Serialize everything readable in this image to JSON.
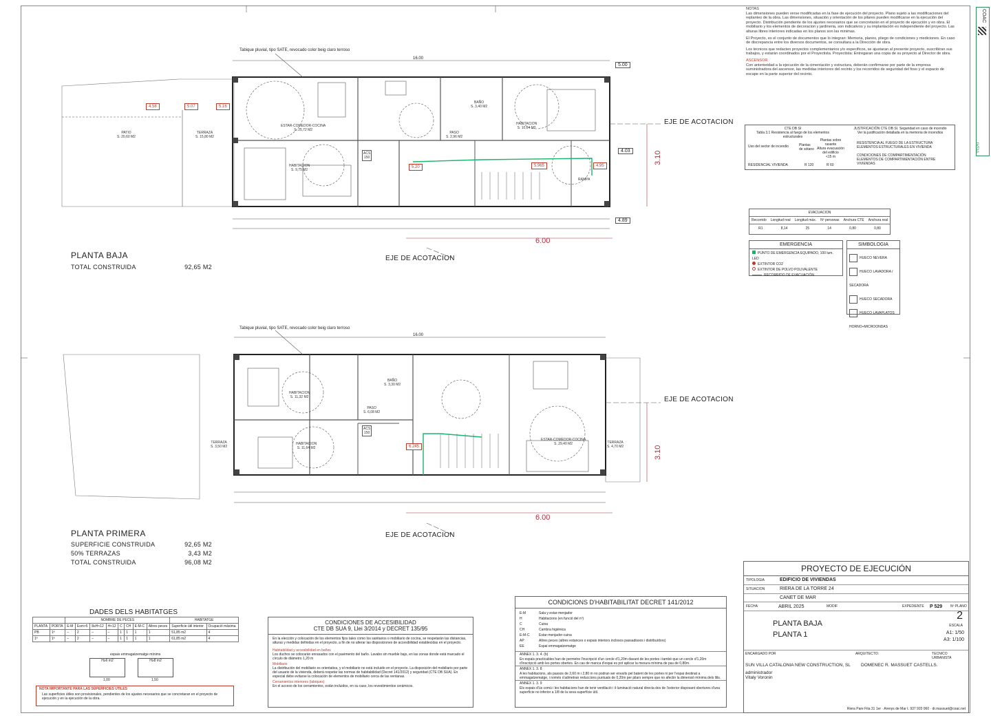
{
  "axis_label": "EJE DE ACOTACION",
  "dims": {
    "d600": "6.00",
    "d310": "3.10",
    "d1600": "16.00",
    "d500": "5.00",
    "d489": "4.89",
    "d403": "4.03"
  },
  "plan_baja": {
    "facade_note": "Tabique pluvial, tipo SATE, revocado color beig claro terroso",
    "title": "PLANTA BAJA",
    "rows": [
      {
        "label": "TOTAL CONSTRUIDA",
        "value": "92,65 M2"
      }
    ],
    "rooms": [
      {
        "name": "ESTAR-COMEDOR-COCINA",
        "area": "S. 25,72 M2"
      },
      {
        "name": "HABITACION",
        "area": "S. 9,75 M2"
      },
      {
        "name": "HABITACION",
        "area": "S. 10,64 M2"
      },
      {
        "name": "BAÑO",
        "area": "S. 3,40 M2"
      },
      {
        "name": "PASO",
        "area": "S. 2,96 M2"
      },
      {
        "name": "PATIO",
        "area": "S. 20,60 M2"
      },
      {
        "name": "TERRAZA",
        "area": "S. 15,80 M2"
      },
      {
        "name": "RAMPA",
        "area": ""
      },
      {
        "name": "ACS",
        "area": "150"
      }
    ],
    "red_tags": [
      "4.58",
      "5.07",
      "5.16",
      "5.20",
      "5.965",
      "4.95"
    ]
  },
  "plan_primera": {
    "facade_note": "Tabique pluvial, tipo SATE, revocado color beig claro terroso",
    "title": "PLANTA PRIMERA",
    "rows": [
      {
        "label": "SUPERFICIE CONSTRUIDA",
        "value": "92,65 M2"
      },
      {
        "label": "50% TERRAZAS",
        "value": "3,43 M2"
      },
      {
        "label": "TOTAL CONSTRUIDA",
        "value": "96,08 M2"
      }
    ],
    "rooms": [
      {
        "name": "HABITACION",
        "area": "S. 11,32 M2"
      },
      {
        "name": "HABITACION",
        "area": "S. 11,64 M2"
      },
      {
        "name": "BAÑO",
        "area": "S. 3,30 M2"
      },
      {
        "name": "PASO",
        "area": "S. 6,08 M2"
      },
      {
        "name": "ESTAR-COMEDOR-COCINA",
        "area": "S. 29,40 M2"
      },
      {
        "name": "TERRAZA",
        "area": "S. 3,50 M2"
      },
      {
        "name": "TERRAZA",
        "area": "S. 4,70 M2"
      },
      {
        "name": "ACS",
        "area": "150"
      }
    ],
    "red_tags": [
      "6.245"
    ]
  },
  "notes": {
    "heading": "NOTAS",
    "p1": "Las dimensiones pueden verse modificadas en la fase de ejecución del proyecto. Plano sujeto a las modificaciones del replanteo de la obra. Las dimensiones, situación y orientación de los pilares pueden modificarse en la ejecución del proyecto. Distribución pendiente de los ajustes necesarios que se concretarán en el proyecto de ejecución y en obra. El mobiliario y los elementos de decoracion y jardineria, son indicativos y su implantación es independiente del proyecto. Las alturas libres interiores indicadas en los planos son las minimas.",
    "p2": "El Proyecto, es el conjunto de documentos que lo integran: Memoria, planos, pliego de condiciones y mediciones. En caso de discrepancia entre los diversos documentos, se consultara a la Dirección de obra.",
    "p3": "Los tecnicos que redacten proyectos complementarios y/o especificos, se ajustaran al presente proyecto, suscribiran sus trabajos, y estarán coordinados por el Proyectista. Proyectista: Entregaran una copia de su proyecto al Director de obra.",
    "asc_heading": "ASCENSOR",
    "p4": "Con anterioridad a la ejecución de la cimentación y estructura, deberán confirmarse por parte de la empresa suministradora del ascensor, las medidas interiores del recinto y los recorridos de seguridad del foso y el espacio de escape en la parte superior del recinto."
  },
  "cte": {
    "title": "CTE DB SI",
    "subtitle": "Tabla 3.1 Resistencia al fuego de los elementos estructurales",
    "justif": "JUSTIFICACIÓN CTE DB SI. Seguridad en caso de incendio",
    "justif2": "Ver la justificación detallada en la memoria de incendios",
    "col1": "Uso del sector de incendio",
    "col2": "Plantas de sótano",
    "col3": "Plantas sobre rasante",
    "col3b": "Altura evacuación del edificio",
    "col3c": "<15 m",
    "row_use": "RESIDENCIAL VIVIENDA",
    "row_v1": "R 120",
    "row_v2": "R 60",
    "legend": [
      "RESISTENCIA AL FUEGO DE LA ESTRUCTURA",
      "ELEMENTOS ESTRUCTURALES EN VIVIENDA",
      "CONDICIONES DE COMPARTIMENTACIÓN",
      "ELEMENTOS DE COMPARTIMENTACIÓN ENTRE VIVIENDAS"
    ]
  },
  "evac": {
    "title": "EVACUACION",
    "headers": [
      "Recorrido",
      "Longitud real",
      "Longitud máx.",
      "Nº personas",
      "Anchura CTE",
      "Anchura real"
    ],
    "row": [
      "R1",
      "8,14",
      "25",
      "14",
      "0,80",
      "0,80"
    ]
  },
  "emergencia": {
    "title": "EMERGENCIA",
    "items": [
      "PUNTO DE EMERGENCIA EQUIPADO, 100 lum. LED",
      "EXTINTOR CO2",
      "EXTINTOR DE POLVO POLIVALENTE",
      "RECORRIDO DE EVACUACIÓN"
    ]
  },
  "simbologia": {
    "title": "SIMBOLOGIA",
    "items": [
      "HUECO NEVERA",
      "HUECO LAVADORA / SECADORA",
      "HUECO SECADORA",
      "HUECO LAVAPLATOS",
      "HORNO+MICROONDAS"
    ]
  },
  "proyecto": {
    "title": "PROYECTO DE EJECUCIÓN",
    "tipologia_label": "TIPOLOGIA",
    "tipologia": "EDIFICIO DE VIVIENDAS",
    "situacion_label": "SITUACION",
    "situacion": "RIERA DE LA TORRE 24",
    "municipio": "CANET DE MAR",
    "fecha_label": "FECHA",
    "fecha": "ABRIL 2025",
    "modif_label": "MODIF",
    "expediente_label": "EXPEDIENTE",
    "expediente": "P 529",
    "nplano_label": "Nº PLANO",
    "nplano": "2",
    "escala_label": "ESCALA",
    "escala1": "A1: 1/50",
    "escala2": "A3: 1/100",
    "plano1": "PLANTA BAJA",
    "plano2": "PLANTA 1",
    "encargado_label": "ENCARGADO POR",
    "arquitecto_label": "ARQUITECTO:",
    "tecnico_label": "TECNICO URBANISTA",
    "encargado": "SUN VILLA CATALONIA NEW CONSTRUCTION, SL",
    "admin": "administrador",
    "admin_name": "Vitaly Voronin",
    "arquitecto": "DOMENEC R. MASSUET CASTELLS.",
    "footer": "Riera Pare Fita 31 1er · Arenys de Mar t. 937 920 060 · dr.massuet@coac.net"
  },
  "habitabilitat": {
    "title": "CONDICIONS D'HABITABILITAT DECRET 141/2012",
    "legend": [
      [
        "E-M",
        "Sala y estar-menjador"
      ],
      [
        "H",
        "Habitacions (en funció del nº)"
      ],
      [
        "C",
        "Cuina"
      ],
      [
        "CH",
        "Cambra higiènica"
      ],
      [
        "E-M-C",
        "Estar-menjador-cuina"
      ],
      [
        "AP",
        "Altres peces (altres estances o espais interiors inclosos passadissos i distribuïdors)"
      ],
      [
        "EE",
        "Espai emmagatzematge"
      ]
    ],
    "annex1": "ANNEX 1. 3. 4. (b)",
    "annex1_text": "En espais practicables han de permetre l'inscripció d'un cercle d'1,20m davant de les portes i també que un cercle d'1,20m d'inscripció amb les portes obertes. En cas de manca d'espai es pot aplicar la mesura mínima de pas de 0,80m.",
    "annex2": "ANNEX 1. 3. 8",
    "annex2_text": "A les habitacions, als passos de 2,60 m i 2,80 m no podran ser envaïts pel batent de les portes ni per l'espai destinat a emmagatzematge, i només s'admetran reduccions puntuals de 0,20m per pilars sempre que no afectin la dimensió mínima dels llits.",
    "annex3": "ANNEX 1. 3. 9",
    "annex3_text": "Els espais d'ús comú i les habitacions han de tenir ventilació i il·luminació natural directa des de l'exterior disposant obertures d'una superfície no inferior a 1/8 de la seva superfície útil."
  },
  "accesibilidad": {
    "title": "CONDICIONES DE ACCESIBILIDAD",
    "subtitle": "CTE DB SUA 9, Llei 3/2014 y DECRET 135/95",
    "intro": "En la elección y colocación de los elementos fijos tales como los sanitarios o mobiliario de cocina, se respetarán las distancias, alturas y medidas definidas en el proyecto, a fin de no alterar las disposiciones de accesibilidad establecidas en el proyecto.",
    "h1": "Habitabilidad y accesibilidad en baños",
    "t1": "Los duchos se colocarán enrasados con el pavimento del baño. Lavabo sin mueble bajo, en las zonas donde está marcado el círculo de diámetro 1,20 m",
    "h2": "Mobiliario",
    "t2": "La distribución del mobiliario es orientativa, y el mobiliario no está incluido en el proyecto. La disposición del mobiliario por parte del usuario de la vivienda, deberá respetar las normas de habitabilidad (Decret 141/2012) y seguridad (CTE DB SUA). En especial debe evitarse la colocación de elementos de mobiliario cerca de las ventanas.",
    "h3": "Cerramientos interiores (tabiques)",
    "t3": "En el acceso de los cerramientos, están incluidos, en su caso, los revestimientos cerámicos."
  },
  "habitatges": {
    "title": "DADES DELS HABITATGES",
    "group1": "NOMBRE DE PECES",
    "group2": "HABITATGE",
    "headers": [
      "PLANTA",
      "PORTA",
      "E-M",
      "Esm>5",
      "8≤H<12",
      "H<12",
      "C",
      "CH",
      "E-M-C",
      "Altres peces",
      "Superficie útil interior",
      "Ocupació màxima"
    ],
    "rows": [
      [
        "PB",
        "1ª",
        "–",
        "2",
        "–",
        "–",
        "1",
        "1",
        "1",
        "1",
        "51,85 m2",
        "4"
      ],
      [
        "1ª",
        "1ª",
        "–",
        "2",
        "–",
        "–",
        "1",
        "1",
        "1",
        "1",
        "61,85 m2",
        "4"
      ]
    ],
    "espai_title": "espais emmagatzematge mínims",
    "espai1": "H≥6 m2",
    "espai2": "H≥8 m2",
    "espai_v1": "1,00",
    "espai_v2": "1,50",
    "nota_title": "NOTA IMPORTANTE PARA LAS SUPERFICIES UTILES",
    "nota_text": "Las superficies útiles son provisionales, pendientes de los ajustes necesarios que se concretaran en el proyecto de ejecución y en la ejecución de la obra."
  },
  "stamp": {
    "coac": "COAC",
    "visat": "VISAT"
  }
}
